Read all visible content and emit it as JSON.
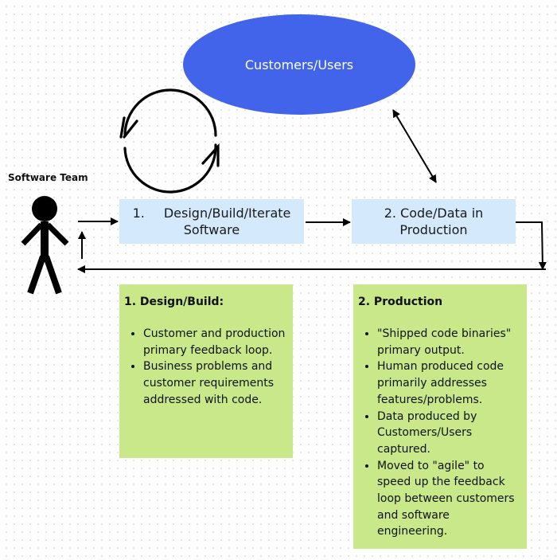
{
  "diagram": {
    "customers_node": {
      "label": "Customers/Users",
      "color": "#4164EB"
    },
    "team": {
      "label": "Software Team"
    },
    "process_steps": [
      {
        "number": "1.",
        "label": "Design/Build/Iterate",
        "label_line2": "Software"
      },
      {
        "label": "2. Code/Data in",
        "label_line2": "Production"
      }
    ],
    "notes": [
      {
        "title": "1. Design/Build:",
        "bullets": [
          "Customer and production primary feedback loop.",
          "Business problems and customer requirements addressed with code."
        ]
      },
      {
        "title": "2. Production",
        "bullets": [
          "\"Shipped code binaries\" primary output.",
          "Human produced code primarily addresses features/problems.",
          "Data produced by Customers/Users captured.",
          "Moved to \"agile\" to speed up the feedback loop between customers and software engineering."
        ]
      }
    ],
    "colors": {
      "process_fill": "#D4E9FC",
      "note_fill": "#C8E88A",
      "connector": "#000000"
    }
  }
}
